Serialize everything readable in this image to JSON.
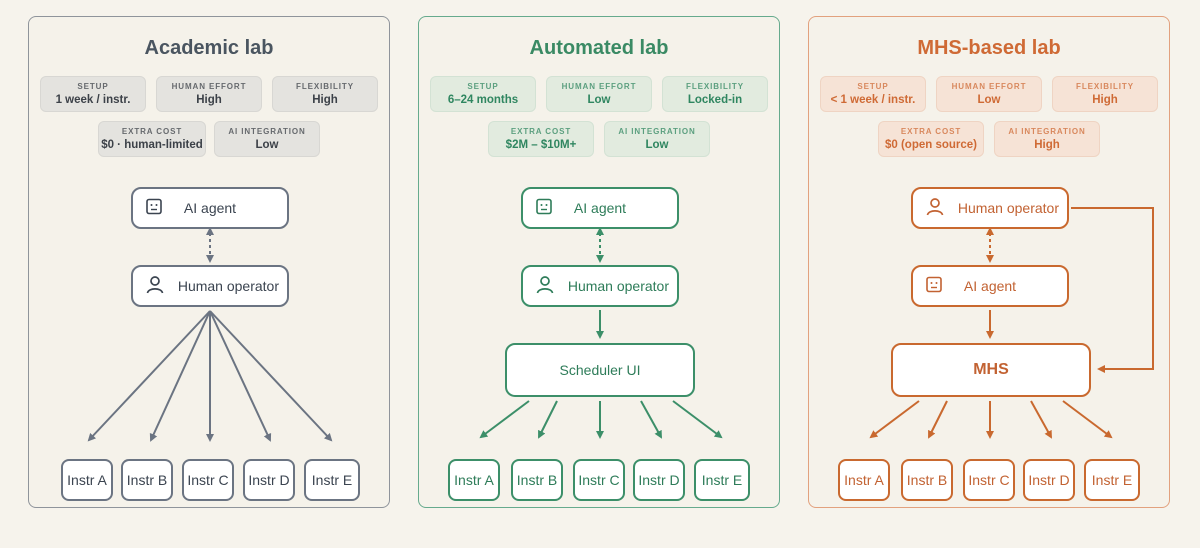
{
  "panels": [
    {
      "title": "Academic lab",
      "metrics": [
        {
          "label": "SETUP",
          "value": "1 week / instr."
        },
        {
          "label": "HUMAN EFFORT",
          "value": "High"
        },
        {
          "label": "FLEXIBILITY",
          "value": "High"
        },
        {
          "label": "EXTRA COST",
          "value": "$0 · human-limited"
        },
        {
          "label": "AI INTEGRATION",
          "value": "Low"
        }
      ],
      "top_node": "AI agent",
      "top_icon": "robot-icon",
      "second_node": "Human operator",
      "second_icon": "person-icon",
      "instruments": [
        "Instr A",
        "Instr B",
        "Instr C",
        "Instr D",
        "Instr E"
      ]
    },
    {
      "title": "Automated lab",
      "metrics": [
        {
          "label": "SETUP",
          "value": "6–24 months"
        },
        {
          "label": "HUMAN EFFORT",
          "value": "Low"
        },
        {
          "label": "FLEXIBILITY",
          "value": "Locked-in"
        },
        {
          "label": "EXTRA COST",
          "value": "$2M – $10M+"
        },
        {
          "label": "AI INTEGRATION",
          "value": "Low"
        }
      ],
      "top_node": "AI agent",
      "top_icon": "robot-icon",
      "second_node": "Human operator",
      "second_icon": "person-icon",
      "hub_node": "Scheduler UI",
      "instruments": [
        "Instr A",
        "Instr B",
        "Instr C",
        "Instr D",
        "Instr E"
      ]
    },
    {
      "title": "MHS-based lab",
      "metrics": [
        {
          "label": "SETUP",
          "value": "< 1 week / instr."
        },
        {
          "label": "HUMAN EFFORT",
          "value": "Low"
        },
        {
          "label": "FLEXIBILITY",
          "value": "High"
        },
        {
          "label": "EXTRA COST",
          "value": "$0 (open source)"
        },
        {
          "label": "AI INTEGRATION",
          "value": "High"
        }
      ],
      "top_node": "Human operator",
      "top_icon": "person-icon",
      "second_node": "AI agent",
      "second_icon": "robot-icon",
      "hub_node": "MHS",
      "instruments": [
        "Instr A",
        "Instr B",
        "Instr C",
        "Instr D",
        "Instr E"
      ]
    }
  ],
  "colors": {
    "academic": "#6b7482",
    "automated": "#3c8f69",
    "mhs": "#c9692f",
    "background": "#f6f3ec"
  }
}
